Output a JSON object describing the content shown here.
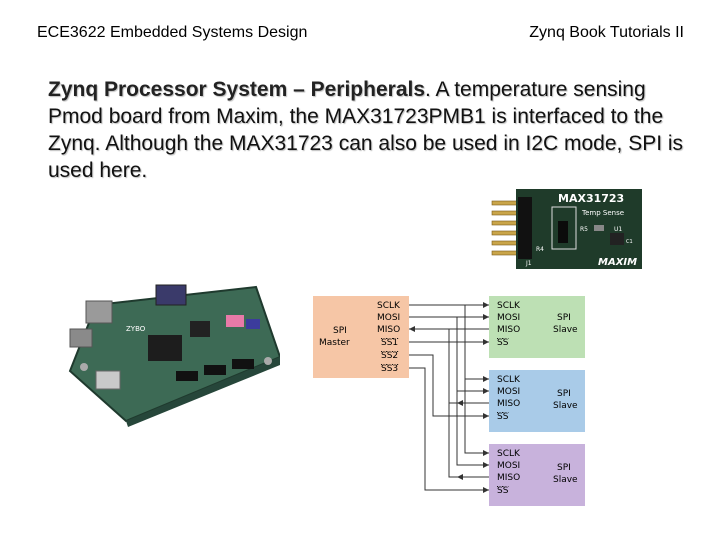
{
  "header": {
    "left": "ECE3622 Embedded Systems Design",
    "right": "Zynq Book Tutorials II"
  },
  "body": {
    "title": "Zynq Processor System – Peripherals",
    "text": ". A temperature sensing Pmod board from Maxim, the MAX31723PMB1 is interfaced to the Zynq. Although the MAX31723 can also be used in I2C mode, SPI is used here."
  },
  "pmod": {
    "brand": "MAX31723",
    "subtitle": "Temp Sense",
    "logo": "MAXIM",
    "labels": {
      "r5": "R5",
      "u1": "U1",
      "r4": "R4",
      "j1": "J1",
      "c1": "C1"
    }
  },
  "diagram": {
    "master": {
      "title_line1": "SPI",
      "title_line2": "Master",
      "pins": [
        "SCLK",
        "MOSI",
        "MISO",
        "SS1",
        "SS2",
        "SS3"
      ],
      "color": "#f6c6a6"
    },
    "slaves": [
      {
        "title_line1": "SPI",
        "title_line2": "Slave",
        "pins": [
          "SCLK",
          "MOSI",
          "MISO",
          "SS"
        ],
        "color": "#bde0b4"
      },
      {
        "title_line1": "SPI",
        "title_line2": "Slave",
        "pins": [
          "SCLK",
          "MOSI",
          "MISO",
          "SS"
        ],
        "color": "#a9cbe8"
      },
      {
        "title_line1": "SPI",
        "title_line2": "Slave",
        "pins": [
          "SCLK",
          "MOSI",
          "MISO",
          "SS"
        ],
        "color": "#c8b2dc"
      }
    ]
  },
  "board": {
    "silk": "ZYBO"
  }
}
